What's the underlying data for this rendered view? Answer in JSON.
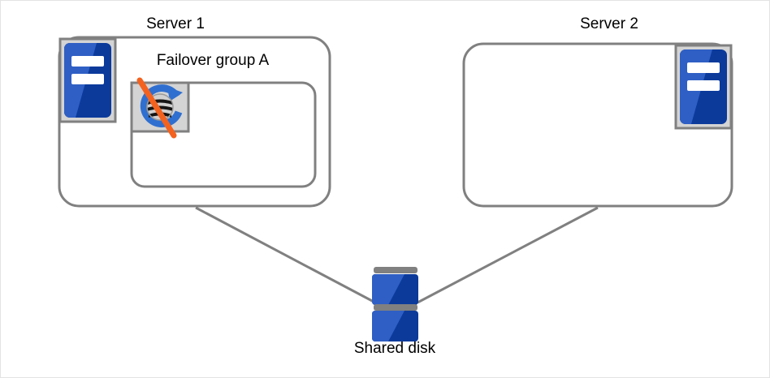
{
  "diagram": {
    "title_hidden": "",
    "type": "cluster-failover-diagram",
    "background_color": "#ffffff",
    "border_color": "#e3e3e3",
    "line_color": "#808080",
    "accent_blue": "#2f5fc4",
    "accent_blue_dark": "#0b3a9b",
    "icon_frame_gray": "#d4d4d4",
    "icon_frame_border": "#808080",
    "slash_orange": "#f4621f"
  },
  "nodes": {
    "server1": {
      "label": "Server 1",
      "icon_name": "server-icon",
      "icon_position": "top-left"
    },
    "server2": {
      "label": "Server 2",
      "icon_name": "server-icon",
      "icon_position": "top-right"
    },
    "failover_group": {
      "label": "Failover group A",
      "icon_name": "failover-group-icon",
      "status": "disabled",
      "status_marker": "orange-slash"
    },
    "shared_disk": {
      "label": "Shared disk",
      "icon_name": "shared-disk-icon",
      "platter_count": 2
    }
  },
  "connections": [
    {
      "from": "server1",
      "to": "shared_disk"
    },
    {
      "from": "server2",
      "to": "shared_disk"
    }
  ]
}
